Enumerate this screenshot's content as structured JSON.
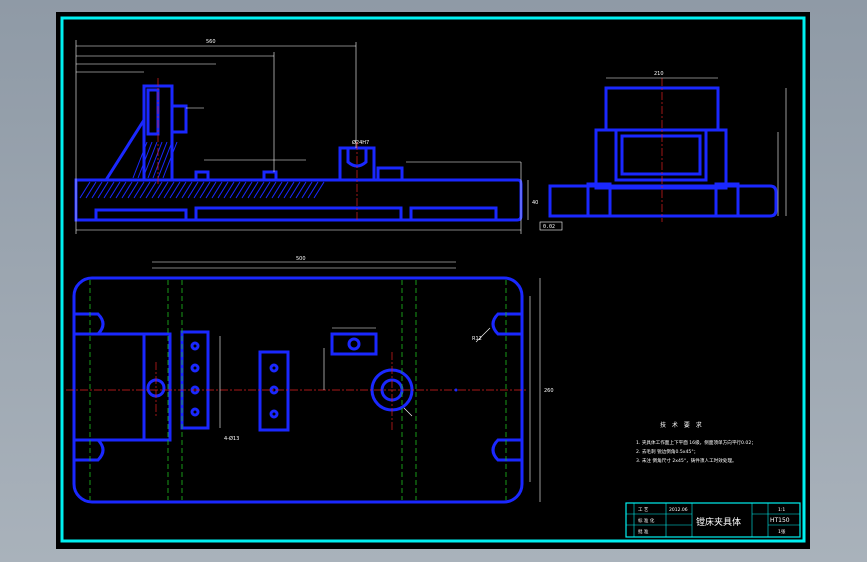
{
  "notes": {
    "heading": "技 术 要 求",
    "lines": [
      "1. 夹具体工作面上下平面 16级，侧面须单方向平行0.02；",
      "2. 去毛刺 锐边倒角0.5x45°；",
      "3. 未注 倒角尺寸 2x45°，铸件须人工时效处理。"
    ]
  },
  "title_block": {
    "drawing_title": "镗床夹具体",
    "material": "HT150",
    "scale": "1:1",
    "sheet": "1张",
    "row_1": "工 艺",
    "row_1_value": "2012.06",
    "row_2": "标 准 化",
    "row_3": "批 准"
  },
  "dims": {
    "overall_length": "560",
    "base_height": "40",
    "bore": "Ø24H7",
    "side_width": "210",
    "plan_width": "500",
    "plan_height": "260",
    "slot": "R12",
    "tolerance": "0.02",
    "hole_callout": "4-Ø13"
  },
  "colors": {
    "frame": "#00f0f0",
    "outline": "#1a28ff",
    "centerline": "#e02020",
    "hidden": "#20c020",
    "dimension": "#ffffff"
  }
}
